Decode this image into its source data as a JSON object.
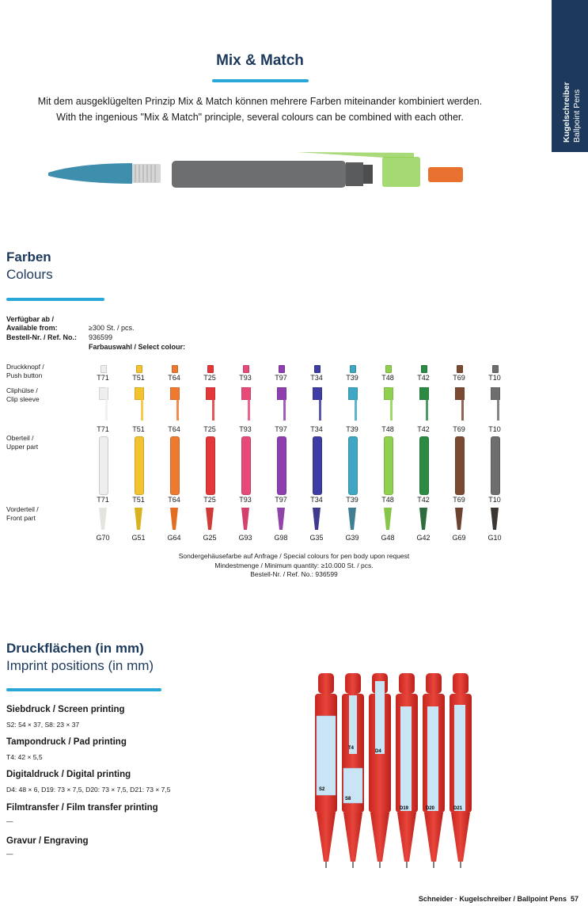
{
  "side_tab": {
    "line1": "Kugelschreiber",
    "line2": "Ballpoint Pens"
  },
  "mix_match": {
    "title": "Mix & Match",
    "text_de": "Mit dem ausgeklügelten Prinzip Mix & Match können mehrere Farben miteinander kombiniert werden.",
    "text_en": "With the ingenious \"Mix & Match\" principle, several colours can be combined with each other.",
    "pen_colors": {
      "front": "#3e8fae",
      "body": "#6d6e70",
      "clip": "#8fd14f",
      "button": "#e9712f"
    }
  },
  "colours": {
    "title_de": "Farben",
    "title_en": "Colours",
    "avail_label": "Verfügbar ab /",
    "avail_label2": "Available from:",
    "avail_value": "≥300 St. / pcs.",
    "ref_label": "Bestell-Nr. / Ref. No.:",
    "ref_value": "936599",
    "select_label": "Farbauswahl / Select colour:",
    "rows": [
      {
        "de": "Druckknopf /",
        "en": "Push button"
      },
      {
        "de": "Cliphülse /",
        "en": "Clip sleeve"
      },
      {
        "de": "Oberteil /",
        "en": "Upper part"
      },
      {
        "de": "Vorderteil /",
        "en": "Front part"
      }
    ],
    "swatches": [
      {
        "t": "T71",
        "g": "G70",
        "color": "#eeeeee",
        "front": "#e4e4e0"
      },
      {
        "t": "T51",
        "g": "G51",
        "color": "#f2c230",
        "front": "#d9b21f"
      },
      {
        "t": "T64",
        "g": "G64",
        "color": "#ee7a2f",
        "front": "#e46d24"
      },
      {
        "t": "T25",
        "g": "G25",
        "color": "#e2383a",
        "front": "#cf3b36"
      },
      {
        "t": "T93",
        "g": "G93",
        "color": "#e74a78",
        "front": "#d3406b"
      },
      {
        "t": "T97",
        "g": "G98",
        "color": "#8e3fae",
        "front": "#9043a8"
      },
      {
        "t": "T34",
        "g": "G35",
        "color": "#3e3da3",
        "front": "#3f3a8f"
      },
      {
        "t": "T39",
        "g": "G39",
        "color": "#3fa7c4",
        "front": "#3f7e93"
      },
      {
        "t": "T48",
        "g": "G48",
        "color": "#8fd14f",
        "front": "#86c54a"
      },
      {
        "t": "T42",
        "g": "G42",
        "color": "#2d8a44",
        "front": "#2f6b3f"
      },
      {
        "t": "T69",
        "g": "G69",
        "color": "#7b4a33",
        "front": "#6c4330"
      },
      {
        "t": "T10",
        "g": "G10",
        "color": "#6e6e6e",
        "front": "#3b3632"
      }
    ],
    "note1": "Sondergehäusefarbe auf Anfrage / Special colours for pen body upon request",
    "note2": "Mindestmenge / Minimum quantity: ≥10.000 St. / pcs.",
    "note3": "Bestell-Nr. / Ref. No.: 936599"
  },
  "imprint": {
    "title_de": "Druckflächen (in mm)",
    "title_en": "Imprint positions (in mm)",
    "methods": [
      {
        "title": "Siebdruck / Screen printing",
        "value": "S2: 54 × 37, S8: 23 × 37"
      },
      {
        "title": "Tampondruck / Pad printing",
        "value": "T4: 42 × 5,5"
      },
      {
        "title": "Digitaldruck / Digital printing",
        "value": "D4: 48 × 6, D19: 73 × 7,5, D20: 73 × 7,5, D21: 73 × 7,5"
      },
      {
        "title": "Filmtransfer / Film transfer printing",
        "value": "—"
      },
      {
        "title": "Gravur / Engraving",
        "value": "—"
      }
    ],
    "pen_labels": [
      "S2",
      "T4",
      "S8",
      "D4",
      "D19",
      "D20",
      "D21"
    ]
  },
  "footer": {
    "text": "Schneider · Kugelschreiber / Ballpoint Pens",
    "page": "57"
  }
}
